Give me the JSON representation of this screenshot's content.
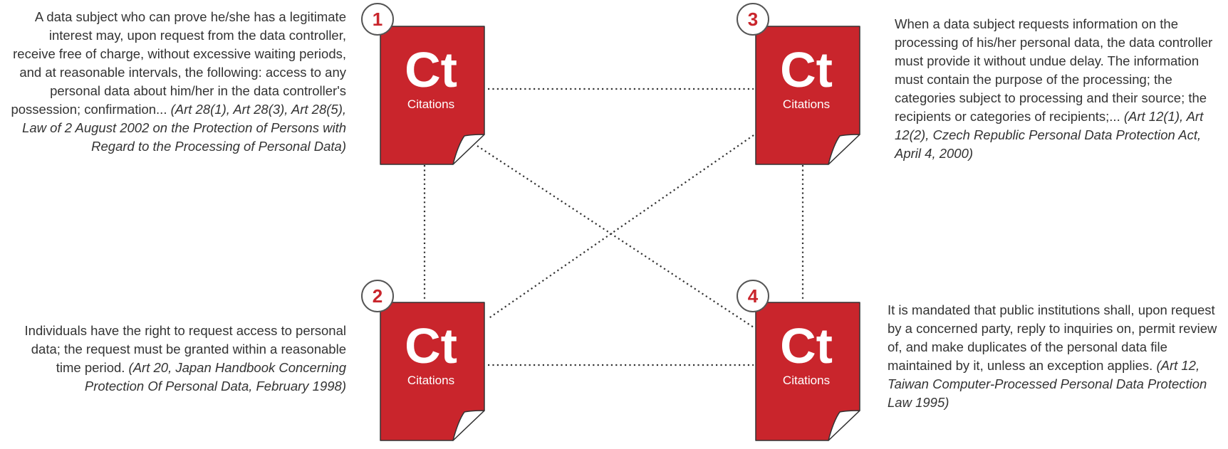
{
  "colors": {
    "card_red": "#c9252c",
    "badge_number": "#c9252c",
    "text": "#333333",
    "connector": "#333333"
  },
  "cards": [
    {
      "number": "1",
      "symbol": "Ct",
      "label": "Citations"
    },
    {
      "number": "2",
      "symbol": "Ct",
      "label": "Citations"
    },
    {
      "number": "3",
      "symbol": "Ct",
      "label": "Citations"
    },
    {
      "number": "4",
      "symbol": "Ct",
      "label": "Citations"
    }
  ],
  "notes": {
    "n1": {
      "body": "A data subject who can prove he/she has a legitimate interest may, upon request from the data controller, receive free of charge, without excessive waiting periods, and at reasonable intervals, the following: access to any personal data about him/her in the data controller's possession; confirmation...",
      "citation": "(Art 28(1), Art 28(3), Art 28(5), Law of 2 August 2002 on the Protection of Persons with Regard to the Processing of Personal Data)"
    },
    "n2": {
      "body": "Individuals have the right to request access to personal data; the request must be granted within a reasonable time period.",
      "citation": "(Art 20, Japan Handbook Concerning Protection Of Personal Data, February 1998)"
    },
    "n3": {
      "body": "When a data subject requests information on the processing of his/her personal data, the data controller must provide it without undue delay. The information must contain the purpose of the processing; the categories subject to processing and their source; the recipients or categories of recipients;...",
      "citation": "(Art 12(1), Art 12(2), Czech Republic Personal Data Protection Act, April 4, 2000)"
    },
    "n4": {
      "body": "It is mandated that public institutions shall, upon request by a concerned party, reply to inquiries on, permit review of, and make duplicates of the personal data file maintained by it, unless an exception applies.",
      "citation": "(Art 12, Taiwan Computer-Processed Personal Data Protection Law 1995)"
    }
  }
}
